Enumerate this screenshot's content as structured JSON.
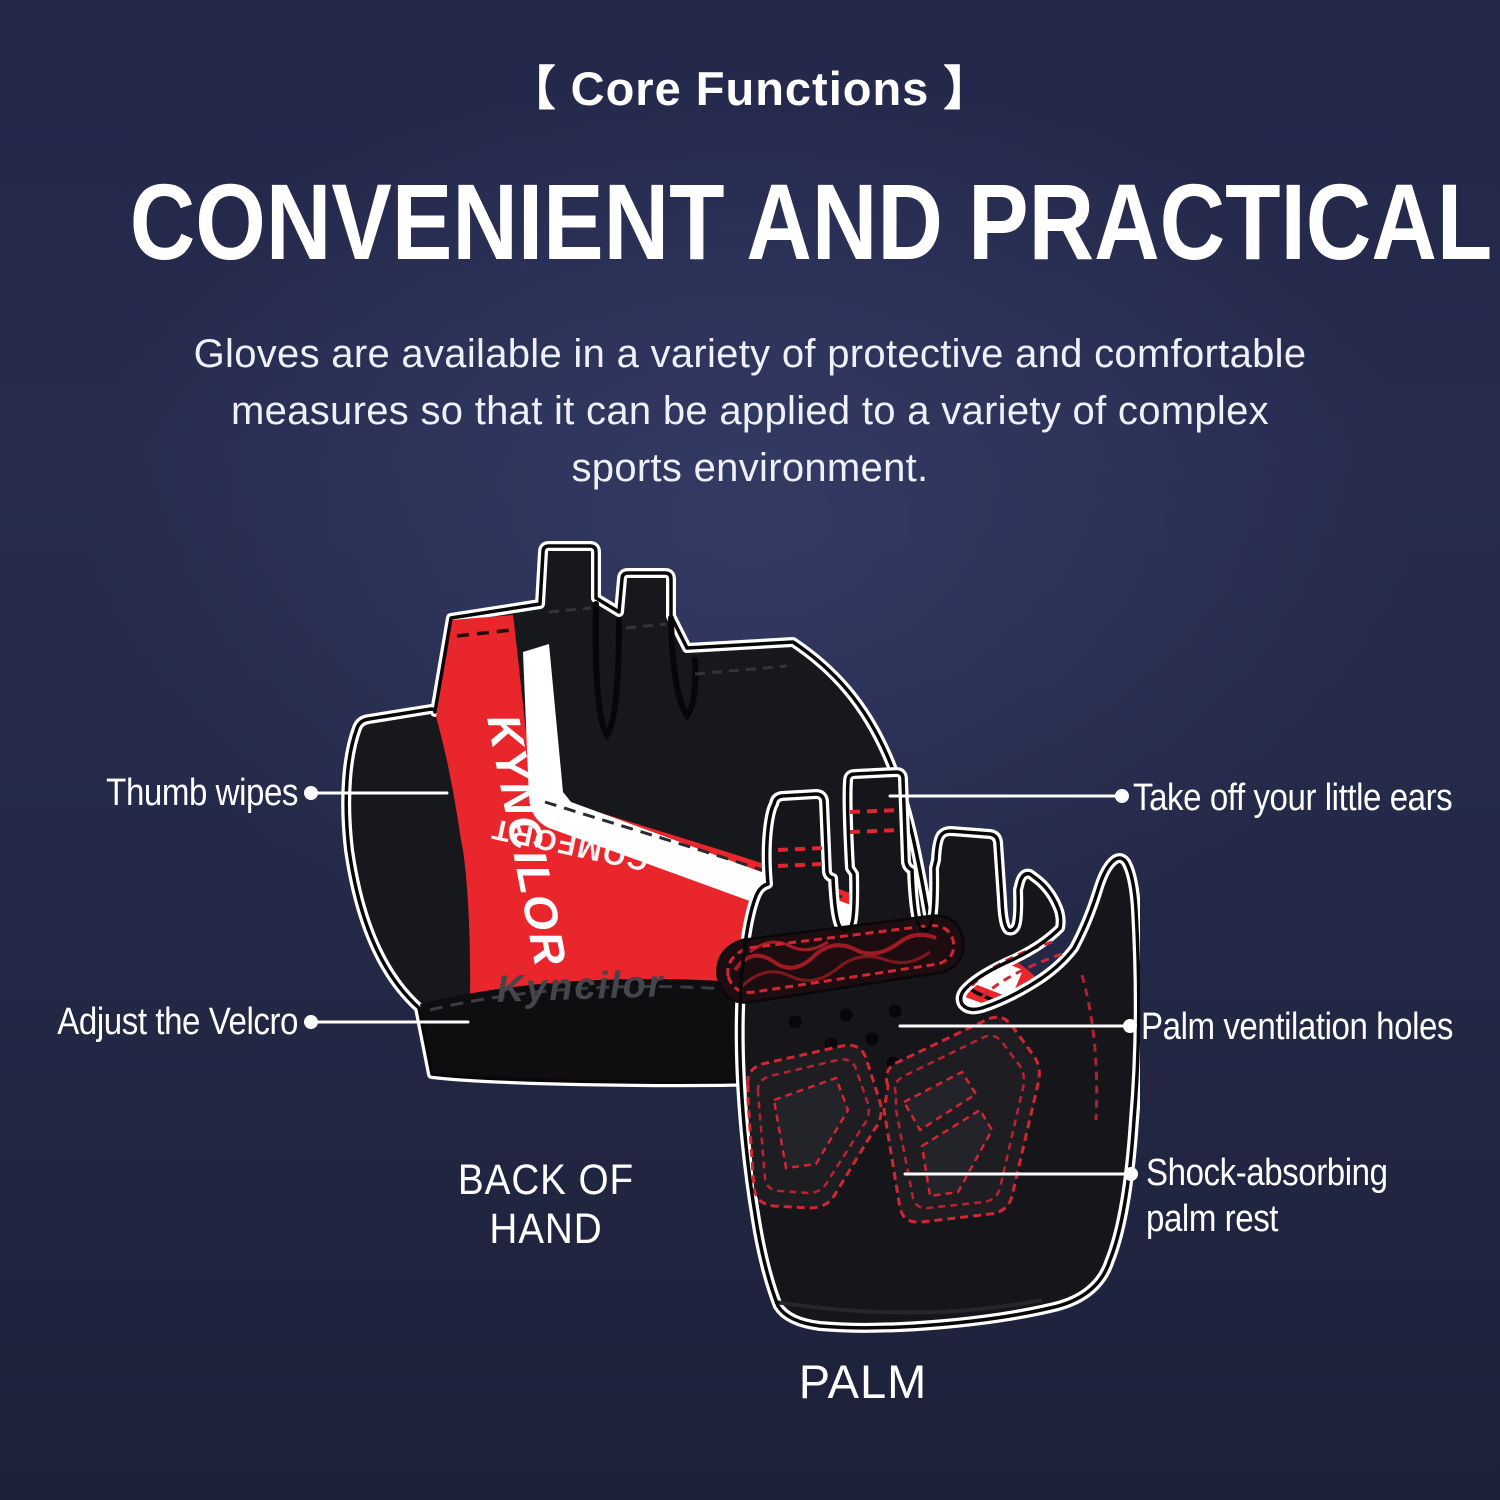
{
  "header": {
    "tag": "【 Core Functions 】",
    "title": "CONVENIENT AND PRACTICAL",
    "description": "Gloves are available in a variety of protective and comfortable\nmeasures so that it can be applied to a variety of complex\nsports environment."
  },
  "callouts": {
    "thumb_wipes": "Thumb wipes",
    "adjust_velcro": "Adjust the Velcro",
    "little_ears": "Take off your little ears",
    "ventilation": "Palm ventilation holes",
    "shock_absorbing": "Shock-absorbing\npalm rest"
  },
  "gloves": {
    "back": {
      "caption": "BACK OF HAND",
      "brand_vertical": "KYNCILOR",
      "brand_comfort": "COMFORT",
      "brand_wrist": "Kyncilor"
    },
    "palm": {
      "caption": "PALM"
    }
  },
  "colors": {
    "background_center": "#2e3457",
    "background_edge": "#1c2038",
    "glove_red": "#e8262b",
    "stitch_red": "#d22633",
    "outline_white": "#ffffff",
    "text_white": "#ffffff"
  }
}
